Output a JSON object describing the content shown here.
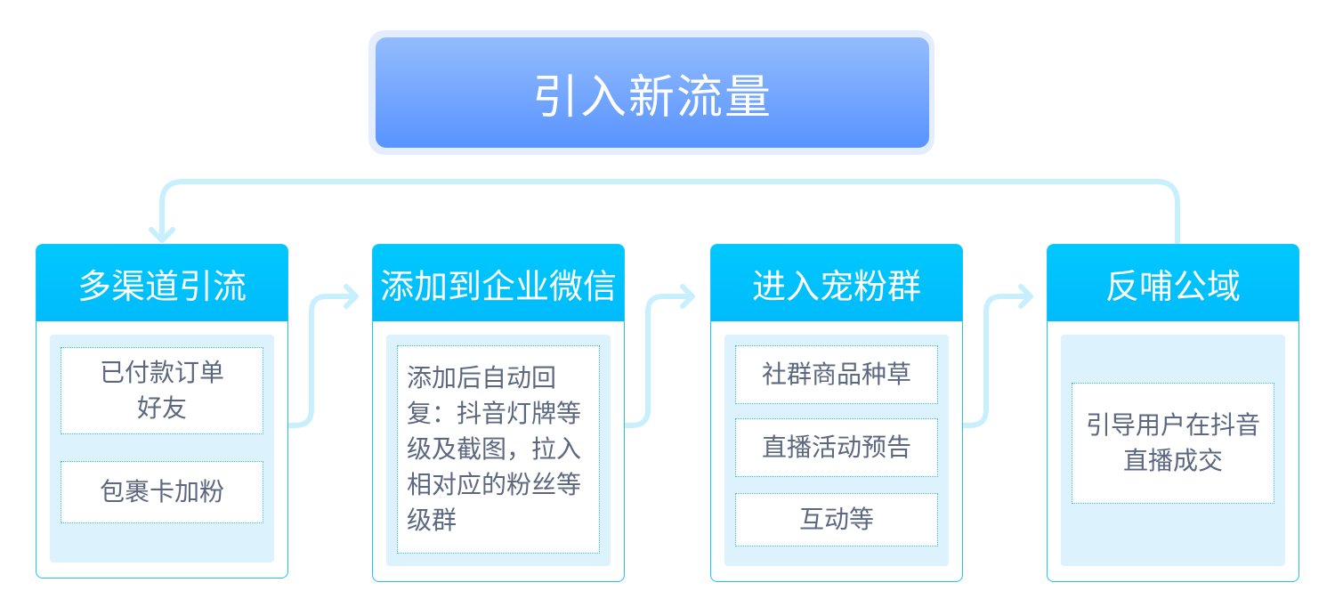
{
  "title": "引入新流量",
  "steps": [
    {
      "title": "多渠道引流",
      "items": [
        "已付款订单\n好友",
        "包裹卡加粉"
      ]
    },
    {
      "title": "添加到企业微信",
      "items": [
        "添加后自动回复：抖音灯牌等级及截图，拉入相对应的粉丝等级群"
      ]
    },
    {
      "title": "进入宠粉群",
      "items": [
        "社群商品种草",
        "直播活动预告",
        "互动等"
      ]
    },
    {
      "title": "反哺公域",
      "items": [
        "引导用户在抖音直播成交"
      ]
    }
  ],
  "colors": {
    "accent": "#00c4fd",
    "connector": "#c8effd",
    "title_gradient_top": "#93bcfd",
    "title_gradient_bottom": "#5893fe",
    "text": "#5c6880"
  }
}
